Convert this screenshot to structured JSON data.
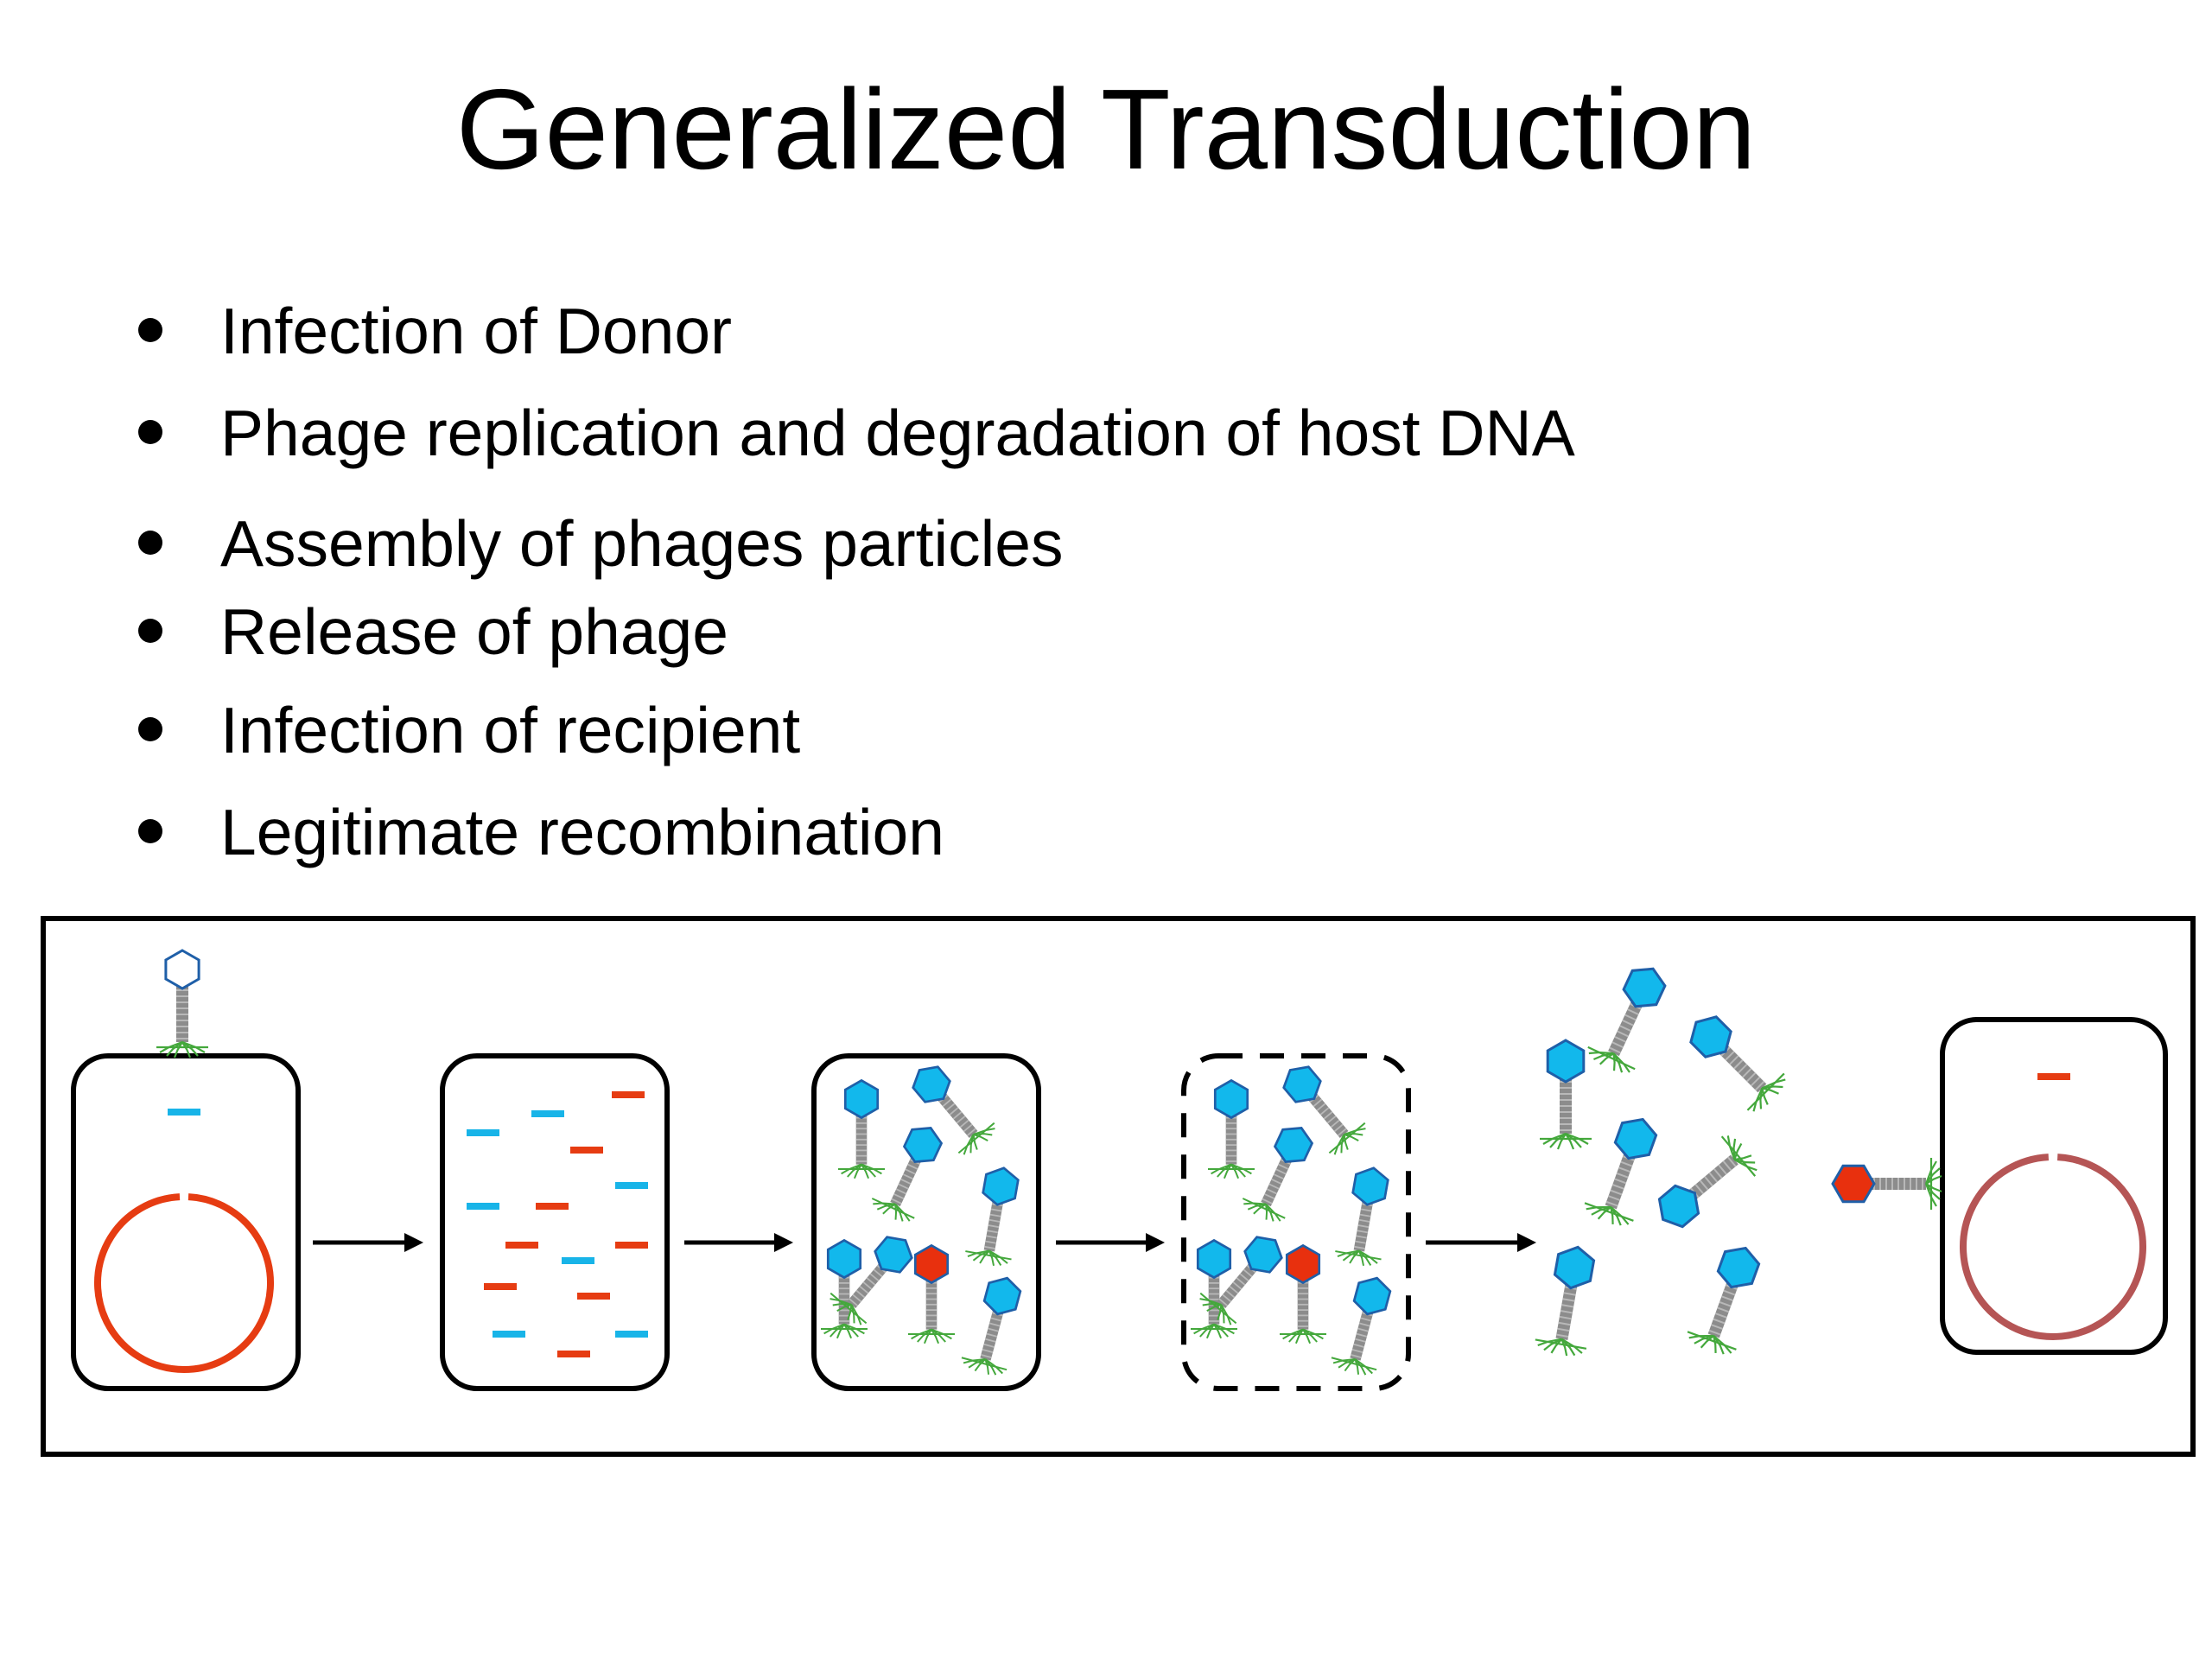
{
  "title": "Generalized Transduction",
  "bullets": [
    "Infection of Donor",
    "Phage replication and degradation of host DNA",
    "Assembly of phages particles",
    "Release of phage",
    "Infection of recipient",
    "Legitimate recombination"
  ],
  "colors": {
    "donor_dna": "#e63c12",
    "recipient_dna": "#b55555",
    "phage_dna": "#18b4e8",
    "phage_head": "#12b8ec",
    "transducing_head": "#e8300e",
    "phage_outline": "#1f5fa8",
    "tail": "#8c8c8c",
    "tail_fibers": "#44a83c",
    "frame": "#000000"
  },
  "diagram": {
    "stages": [
      {
        "name": "infection-of-donor"
      },
      {
        "name": "replication-and-degradation"
      },
      {
        "name": "assembly-of-phages"
      },
      {
        "name": "lysis-release"
      },
      {
        "name": "released-phages"
      },
      {
        "name": "infection-of-recipient"
      }
    ]
  }
}
